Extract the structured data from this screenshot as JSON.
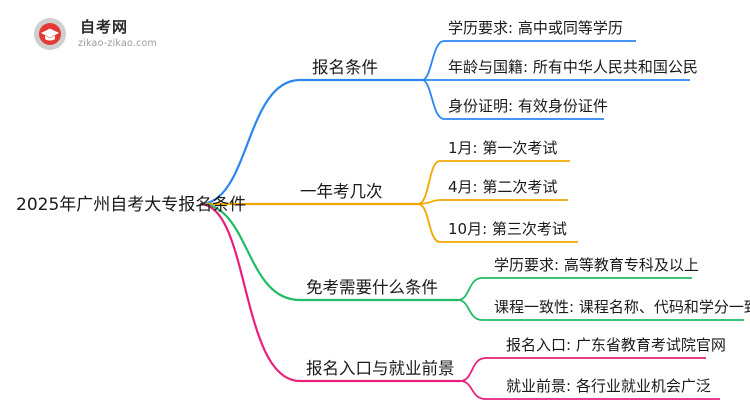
{
  "logo": {
    "name": "自考网",
    "url": "zikao-zikao.com",
    "icon": "graduation-cap-icon",
    "colors": {
      "outer": "#c8c8c8",
      "inner": "#e53935"
    }
  },
  "diagram": {
    "root": "2025年广州自考大专报名条件",
    "branches": [
      {
        "label": "报名条件",
        "color": "#2b86f0",
        "children": [
          "学历要求: 高中或同等学历",
          "年龄与国籍: 所有中华人民共和国公民",
          "身份证明: 有效身份证件"
        ]
      },
      {
        "label": "一年考几次",
        "color": "#f0a800",
        "children": [
          "1月: 第一次考试",
          "4月: 第二次考试",
          "10月: 第三次考试"
        ]
      },
      {
        "label": "免考需要什么条件",
        "color": "#22bb66",
        "children": [
          "学历要求: 高等教育专科及以上",
          "课程一致性: 课程名称、代码和学分一致"
        ]
      },
      {
        "label": "报名入口与就业前景",
        "color": "#e8207a",
        "children": [
          "报名入口: 广东省教育考试院官网",
          "就业前景: 各行业就业机会广泛"
        ]
      }
    ]
  }
}
